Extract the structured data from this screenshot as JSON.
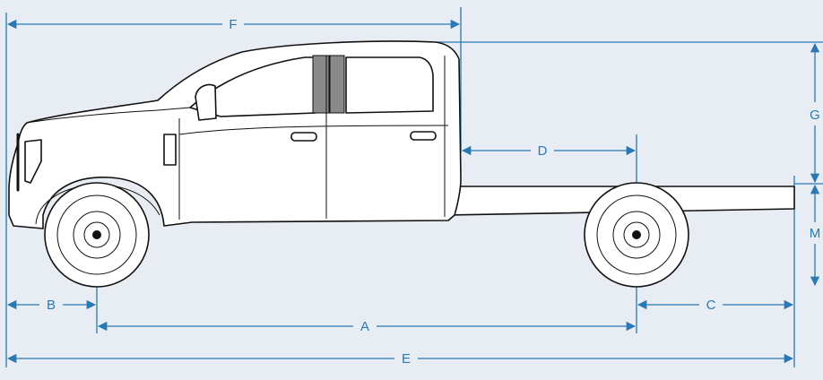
{
  "colors": {
    "background": "#e7edf3",
    "dimension": "#2a79b5",
    "outline": "#111111",
    "pillar": "#8a8a8a"
  },
  "vehicle": {
    "description_icon": "crew-cab-chassis-truck-side-view-icon"
  },
  "dimensions": {
    "A": "A",
    "B": "B",
    "C": "C",
    "D": "D",
    "E": "E",
    "F": "F",
    "G": "G",
    "M": "M"
  }
}
